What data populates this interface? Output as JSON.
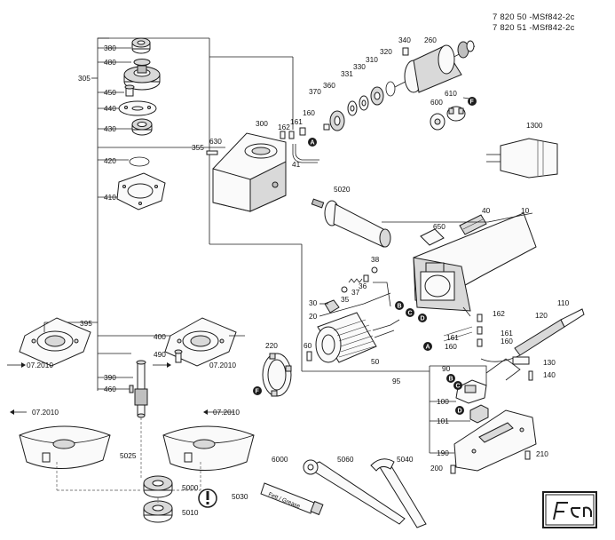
{
  "header": {
    "code_line_1": "7 820 50 -MSf842-2c",
    "code_line_2": "7 820 51 -MSf842-2c"
  },
  "callouts": [
    {
      "id": "380"
    },
    {
      "id": "480"
    },
    {
      "id": "305"
    },
    {
      "id": "450"
    },
    {
      "id": "440"
    },
    {
      "id": "430"
    },
    {
      "id": "355"
    },
    {
      "id": "420"
    },
    {
      "id": "410"
    },
    {
      "id": "630"
    },
    {
      "id": "300"
    },
    {
      "id": "162"
    },
    {
      "id": "161"
    },
    {
      "id": "160"
    },
    {
      "id": "41"
    },
    {
      "id": "370"
    },
    {
      "id": "360"
    },
    {
      "id": "331"
    },
    {
      "id": "330"
    },
    {
      "id": "310"
    },
    {
      "id": "320"
    },
    {
      "id": "340"
    },
    {
      "id": "260"
    },
    {
      "id": "610"
    },
    {
      "id": "600"
    },
    {
      "id": "1300"
    },
    {
      "id": "5020"
    },
    {
      "id": "650"
    },
    {
      "id": "40"
    },
    {
      "id": "10"
    },
    {
      "id": "38"
    },
    {
      "id": "36"
    },
    {
      "id": "37"
    },
    {
      "id": "35"
    },
    {
      "id": "30"
    },
    {
      "id": "20"
    },
    {
      "id": "110"
    },
    {
      "id": "120"
    },
    {
      "id": "395"
    },
    {
      "id": "400"
    },
    {
      "id": "490"
    },
    {
      "id": "07.2010"
    },
    {
      "id": "220"
    },
    {
      "id": "60"
    },
    {
      "id": "50"
    },
    {
      "id": "130"
    },
    {
      "id": "140"
    },
    {
      "id": "90"
    },
    {
      "id": "95"
    },
    {
      "id": "390"
    },
    {
      "id": "460"
    },
    {
      "id": "100"
    },
    {
      "id": "101"
    },
    {
      "id": "5025"
    },
    {
      "id": "5030"
    },
    {
      "id": "6000"
    },
    {
      "id": "5060"
    },
    {
      "id": "5040"
    },
    {
      "id": "5000"
    },
    {
      "id": "5010"
    },
    {
      "id": "200"
    },
    {
      "id": "210"
    },
    {
      "id": "190"
    }
  ],
  "markers": [
    "A",
    "B",
    "C",
    "D",
    "F"
  ],
  "product_text": {
    "grease_tube": "Fett / Grease"
  },
  "colors": {
    "ink": "#1c1c1c",
    "marker_fill": "#1c1c1c",
    "marker_text": "#ffffff",
    "part_fill": "#fafafa",
    "shade_fill": "#d9d9d9"
  },
  "icons": [
    "warning-icon",
    "brand-logo-icon",
    "flow-arrow-icon"
  ]
}
